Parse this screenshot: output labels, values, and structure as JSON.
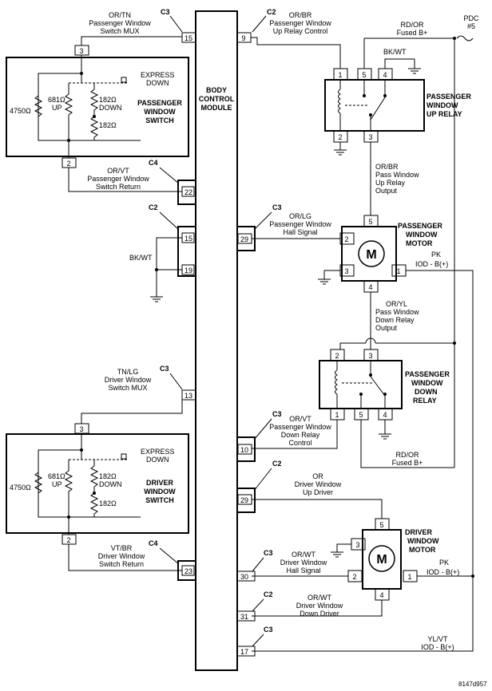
{
  "bcm": {
    "line1": "BODY",
    "line2": "CONTROL",
    "line3": "MODULE"
  },
  "connectors": {
    "c2": "C2",
    "c3": "C3",
    "c4": "C4"
  },
  "pdc": {
    "line1": "PDC",
    "line2": "#5"
  },
  "pins": {
    "p15": "15",
    "p22": "22",
    "p15b": "15",
    "p19": "19",
    "p13": "13",
    "p23": "23",
    "p9": "9",
    "p29": "29",
    "p10": "10",
    "p29b": "29",
    "p30": "30",
    "p31": "31",
    "p17": "17",
    "sw3": "3",
    "sw2": "2",
    "dsw3": "3",
    "dsw2": "2",
    "ur1": "1",
    "ur5": "5",
    "ur4": "4",
    "ur2": "2",
    "ur3": "3",
    "pm5": "5",
    "pm2": "2",
    "pm3": "3",
    "pm1": "1",
    "pm4": "4",
    "dr2": "2",
    "dr3": "3",
    "dr1": "1",
    "dr5": "5",
    "dr4": "4",
    "dm5": "5",
    "dm3": "3",
    "dm2": "2",
    "dm1": "1",
    "dm4": "4"
  },
  "wires": {
    "pass_mux": {
      "color": "OR/TN",
      "l1": "Passenger Window",
      "l2": "Switch MUX"
    },
    "up_relay_ctrl": {
      "color": "OR/BR",
      "l1": "Passenger Window",
      "l2": "Up Relay Control"
    },
    "fused_b1": {
      "color": "RD/OR",
      "l1": "Fused B+"
    },
    "bkwt_top": {
      "color": "BK/WT"
    },
    "pass_return": {
      "color": "OR/VT",
      "l1": "Passenger Window",
      "l2": "Switch Return"
    },
    "up_relay_out": {
      "color": "OR/BR",
      "l1": "Pass Window",
      "l2": "Up Relay",
      "l3": "Output"
    },
    "hall": {
      "color": "OR/LG",
      "l1": "Passenger Window",
      "l2": "Hall Signal"
    },
    "bkwt": {
      "color": "BK/WT"
    },
    "pk1": {
      "color": "PK",
      "l1": "IOD - B(+)"
    },
    "down_relay_out": {
      "color": "OR/YL",
      "l1": "Pass Window",
      "l2": "Down Relay",
      "l3": "Output"
    },
    "drv_mux": {
      "color": "TN/LG",
      "l1": "Driver Window",
      "l2": "Switch MUX"
    },
    "down_relay_ctrl": {
      "color": "OR/VT",
      "l1": "Passenger Window",
      "l2": "Down Relay",
      "l3": "Control"
    },
    "fused_b2": {
      "color": "RD/OR",
      "l1": "Fused B+"
    },
    "drv_up": {
      "color": "OR",
      "l1": "Driver Window",
      "l2": "Up Driver"
    },
    "drv_return": {
      "color": "VT/BR",
      "l1": "Driver Window",
      "l2": "Switch Return"
    },
    "drv_hall": {
      "color": "OR/WT",
      "l1": "Driver Window",
      "l2": "Hall Signal"
    },
    "pk2": {
      "color": "PK",
      "l1": "IOD - B(+)"
    },
    "drv_down": {
      "color": "OR/WT",
      "l1": "Driver Window",
      "l2": "Down Driver"
    },
    "ylvt": {
      "color": "YL/VT",
      "l1": "IOD - B(+)"
    }
  },
  "switches": {
    "passenger": {
      "title1": "PASSENGER",
      "title2": "WINDOW",
      "title3": "SWITCH",
      "r4750": "4750Ω",
      "r681": "681Ω",
      "up": "UP",
      "r182a": "182Ω",
      "down": "DOWN",
      "r182b": "182Ω",
      "express1": "EXPRESS",
      "express2": "DOWN"
    },
    "driver": {
      "title1": "DRIVER",
      "title2": "WINDOW",
      "title3": "SWITCH",
      "r4750": "4750Ω",
      "r681": "681Ω",
      "up": "UP",
      "r182a": "182Ω",
      "down": "DOWN",
      "r182b": "182Ω",
      "express1": "EXPRESS",
      "express2": "DOWN"
    }
  },
  "components": {
    "up_relay": {
      "l1": "PASSENGER",
      "l2": "WINDOW",
      "l3": "UP RELAY"
    },
    "pass_motor": {
      "l1": "PASSENGER",
      "l2": "WINDOW",
      "l3": "MOTOR",
      "m": "M"
    },
    "down_relay": {
      "l1": "PASSENGER",
      "l2": "WINDOW",
      "l3": "DOWN",
      "l4": "RELAY"
    },
    "drv_motor": {
      "l1": "DRIVER",
      "l2": "WINDOW",
      "l3": "MOTOR",
      "m": "M"
    }
  },
  "figure_id": "8147d957"
}
